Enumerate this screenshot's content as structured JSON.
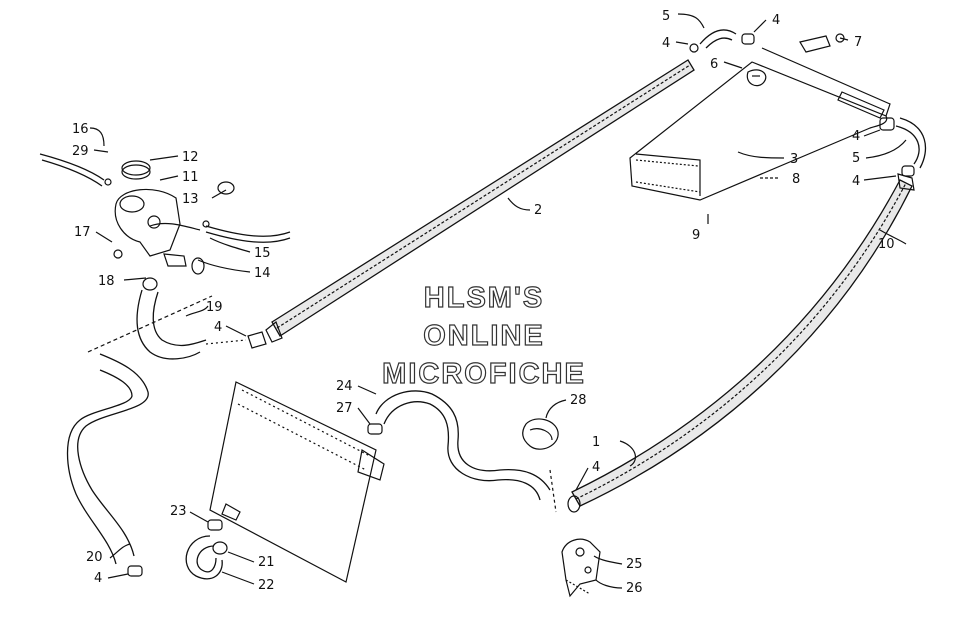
{
  "watermark": {
    "line1": "HLSM'S",
    "line2": "ONLINE",
    "line3": "MICROFICHE"
  },
  "callouts": [
    {
      "id": "c1",
      "text": "1"
    },
    {
      "id": "c2",
      "text": "2"
    },
    {
      "id": "c3",
      "text": "3"
    },
    {
      "id": "c4a",
      "text": "4"
    },
    {
      "id": "c4b",
      "text": "4"
    },
    {
      "id": "c4c",
      "text": "4"
    },
    {
      "id": "c4d",
      "text": "4"
    },
    {
      "id": "c4e",
      "text": "4"
    },
    {
      "id": "c4f",
      "text": "4"
    },
    {
      "id": "c4g",
      "text": "4"
    },
    {
      "id": "c5a",
      "text": "5"
    },
    {
      "id": "c5b",
      "text": "5"
    },
    {
      "id": "c6",
      "text": "6"
    },
    {
      "id": "c7",
      "text": "7"
    },
    {
      "id": "c8",
      "text": "8"
    },
    {
      "id": "c9",
      "text": "9"
    },
    {
      "id": "c10",
      "text": "10"
    },
    {
      "id": "c11",
      "text": "11"
    },
    {
      "id": "c12",
      "text": "12"
    },
    {
      "id": "c13",
      "text": "13"
    },
    {
      "id": "c14",
      "text": "14"
    },
    {
      "id": "c15",
      "text": "15"
    },
    {
      "id": "c16",
      "text": "16"
    },
    {
      "id": "c17",
      "text": "17"
    },
    {
      "id": "c18",
      "text": "18"
    },
    {
      "id": "c19",
      "text": "19"
    },
    {
      "id": "c20",
      "text": "20"
    },
    {
      "id": "c21",
      "text": "21"
    },
    {
      "id": "c22",
      "text": "22"
    },
    {
      "id": "c23",
      "text": "23"
    },
    {
      "id": "c24",
      "text": "24"
    },
    {
      "id": "c25",
      "text": "25"
    },
    {
      "id": "c26",
      "text": "26"
    },
    {
      "id": "c27",
      "text": "27"
    },
    {
      "id": "c28",
      "text": "28"
    },
    {
      "id": "c29",
      "text": "29"
    }
  ]
}
